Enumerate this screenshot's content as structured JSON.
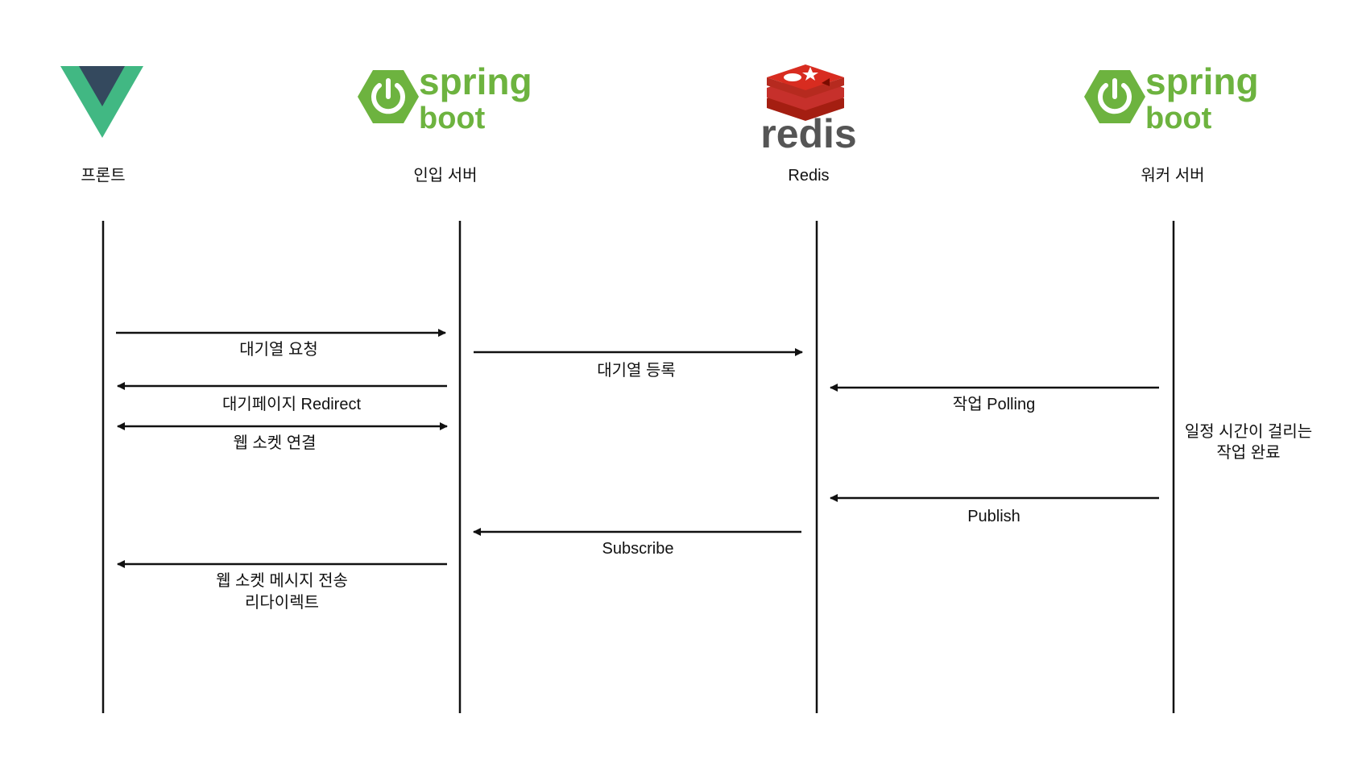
{
  "participants": [
    {
      "id": "front",
      "label": "프론트",
      "logo": "vue-logo"
    },
    {
      "id": "entry",
      "label": "인입 서버",
      "logo": "spring-boot-logo",
      "logo_text": [
        "spring",
        "boot"
      ]
    },
    {
      "id": "redis",
      "label": "Redis",
      "logo": "redis-logo",
      "logo_text": "redis"
    },
    {
      "id": "worker",
      "label": "워커 서버",
      "logo": "spring-boot-logo",
      "logo_text": [
        "spring",
        "boot"
      ]
    }
  ],
  "messages": [
    {
      "from": "front",
      "to": "entry",
      "lines": [
        "대기열 요청"
      ]
    },
    {
      "from": "entry",
      "to": "redis",
      "lines": [
        "대기열 등록"
      ]
    },
    {
      "from": "entry",
      "to": "front",
      "lines": [
        "대기페이지 Redirect"
      ]
    },
    {
      "from": "front",
      "to": "entry",
      "bidirectional": true,
      "lines": [
        "웹 소켓 연결"
      ]
    },
    {
      "from": "worker",
      "to": "redis",
      "lines": [
        "작업 Polling"
      ]
    },
    {
      "from": "worker",
      "to": "redis",
      "lines": [
        "Publish"
      ]
    },
    {
      "from": "redis",
      "to": "entry",
      "lines": [
        "Subscribe"
      ]
    },
    {
      "from": "entry",
      "to": "front",
      "lines": [
        "웹 소켓 메시지 전송",
        "리다이렉트"
      ]
    }
  ],
  "notes": [
    {
      "participant": "worker",
      "lines": [
        "일정 시간이 걸리는",
        "작업 완료"
      ]
    }
  ],
  "colors": {
    "vue_green": "#41B883",
    "vue_dark": "#34495E",
    "spring_green": "#6DB33F",
    "redis_red": "#D82C20",
    "redis_dark": "#A41E11",
    "redis_text": "#555555",
    "line": "#111111"
  }
}
